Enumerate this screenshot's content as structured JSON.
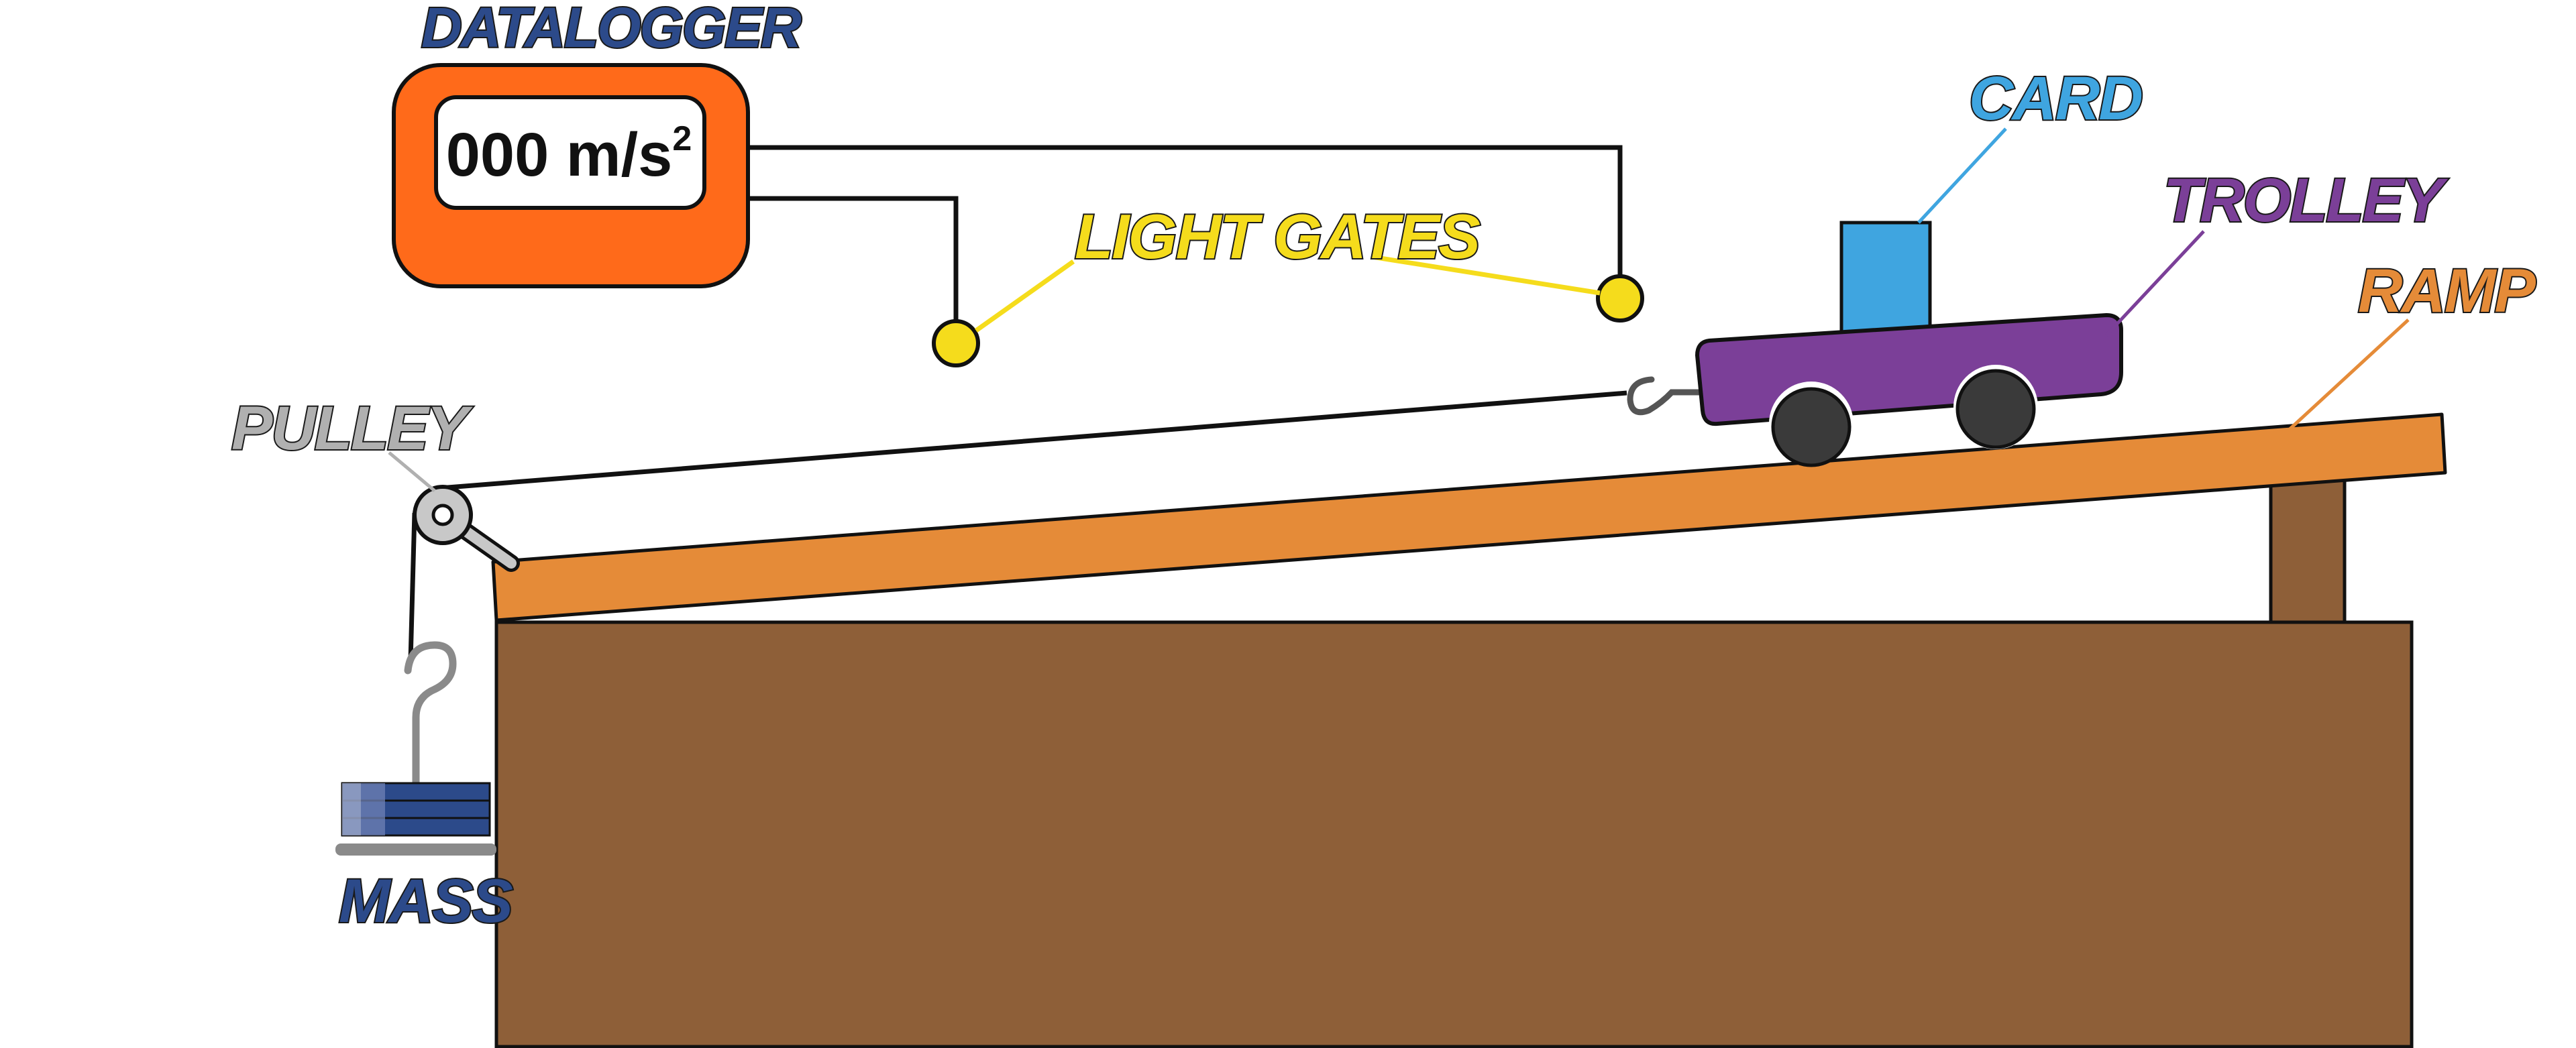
{
  "labels": {
    "datalogger": "DATALOGGER",
    "light_gates": "LIGHT GATES",
    "card": "CARD",
    "trolley": "TROLLEY",
    "ramp": "RAMP",
    "pulley": "PULLEY",
    "mass": "MASS"
  },
  "datalogger": {
    "reading_value": "000",
    "reading_unit": "m/s",
    "reading_exponent": "2"
  },
  "colors": {
    "datalogger_body": "#ff6a1a",
    "datalogger_label": "#2c4a8a",
    "light_gates": "#f5dc1c",
    "card": "#3fa5e0",
    "trolley": "#7b3f98",
    "ramp": "#e58b38",
    "bench": "#8e5f38",
    "pulley_label": "#b0b0b0",
    "mass": "#2c4a8a",
    "wheels": "#3a3a3a"
  },
  "icons": {
    "pulley": "pulley-icon",
    "mass": "slotted-mass-icon",
    "trolley": "trolley-icon",
    "light_gate": "light-gate-icon"
  }
}
